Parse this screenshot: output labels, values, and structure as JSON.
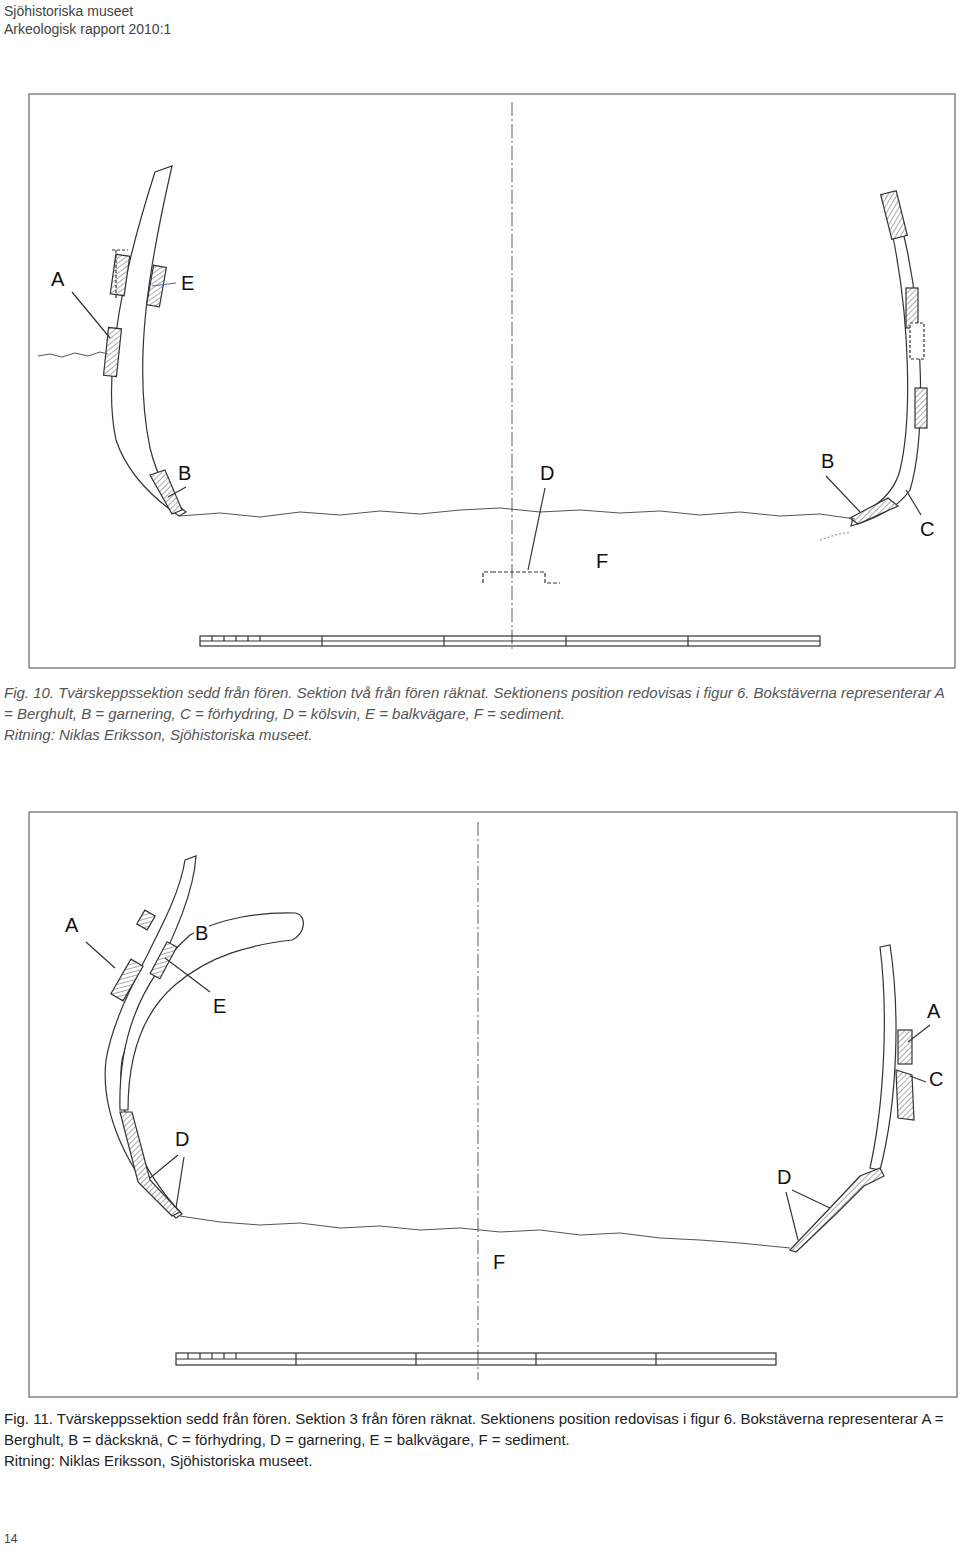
{
  "diagram": {
    "labels": [
      "Sjöhistoriska museet",
      "Arkeologisk rapport 2010:1",
      "A",
      "E",
      "B",
      "D",
      "B",
      "C",
      "F",
      "Fig. 10. Tvärskeppssektion sedd från fören. Sektion två från fören räknat. Sektionens position redovisas i figur 6. Bokstäverna representerar A = Berghult, B = garnering, C = förhydring, D = kölsvin, E = balkvägare, F = sediment.",
      "Ritning: Niklas Eriksson, Sjöhistoriska museet.",
      "A",
      "B",
      "E",
      "A",
      "C",
      "D",
      "D",
      "F",
      "Fig. 11. Tvärskeppssektion sedd från fören. Sektion 3 från fören räknat. Sektionens position redovisas i figur 6. Bokstäverna representerar A = Berghult, B = däcksknä, C = förhydring, D = garnering, E = balkvägare, F = sediment.",
      "Ritning: Niklas Eriksson, Sjöhistoriska museet.",
      "14"
    ]
  }
}
